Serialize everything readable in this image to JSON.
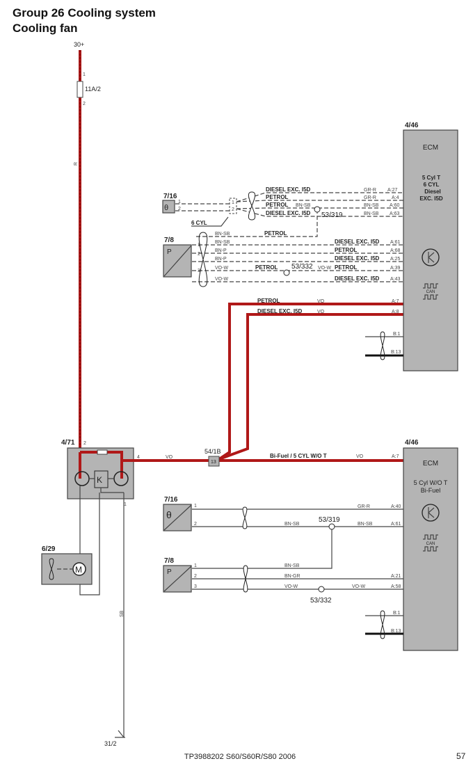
{
  "header": {
    "title": "Group 26 Cooling system",
    "subtitle": "Cooling fan"
  },
  "power": {
    "supply": "30+",
    "fuse": "11A/2",
    "fuse_pin1": "1",
    "fuse_pin2": "2",
    "wire_color": "R"
  },
  "fan_module": {
    "id": "4/71",
    "pin2": "2",
    "pin4": "4",
    "pin1": "1",
    "out_wire": "VO"
  },
  "motor": {
    "id": "6/29",
    "symbol": "M"
  },
  "ground": {
    "id": "31/2",
    "wire_color": "SB"
  },
  "connector": {
    "id": "54/1B",
    "pin": "13"
  },
  "ecm_top": {
    "id": "4/46",
    "name": "ECM",
    "variant": [
      "5 Cyl T",
      "6 CYL",
      "Diesel",
      "EXC. I5D"
    ],
    "can": "CAN"
  },
  "ecm_bottom": {
    "id": "4/46",
    "name": "ECM",
    "variant": [
      "5 Cyl W/O T",
      "Bi-Fuel"
    ],
    "can": "CAN"
  },
  "top_section": {
    "temp_sensor": {
      "id": "7/16",
      "symbol": "θ",
      "pin1": "1",
      "pin2": "2"
    },
    "pressure_sensor": {
      "id": "7/8",
      "symbol": "P",
      "pin1": "1",
      "pin2": "2",
      "pin3": "3"
    },
    "cyl6_connector": {
      "label": "6 CYL",
      "pin1": "1",
      "pin2": "2"
    },
    "splice1": "53/319",
    "splice2": "53/332",
    "temp_wires": [
      {
        "variant": "DIESEL EXC. I5D",
        "color": "GR-R",
        "pin": "A:27"
      },
      {
        "variant": "PETROL",
        "color": "GR-R",
        "pin": "A:4"
      },
      {
        "variant": "PETROL",
        "color_left": "BN-SB",
        "color": "BN-SB",
        "pin": "A:60"
      },
      {
        "variant": "DIESEL EXC. I5D",
        "color": "BN-SB",
        "pin": "A:63"
      }
    ],
    "pressure_wires": [
      {
        "color": "BN-SB",
        "variant": "PETROL"
      },
      {
        "color": "BN-SB",
        "variant": "DIESEL EXC. I5D",
        "pin": "A:61"
      },
      {
        "color": "BN-P",
        "variant": "PETROL",
        "pin": "A:68"
      },
      {
        "color": "BN-P",
        "variant": "DIESEL EXC. I5D",
        "pin": "A:25"
      },
      {
        "color": "VO-W",
        "variant_left": "PETROL",
        "color_right": "VO-W",
        "variant": "PETROL",
        "pin": "A:39"
      },
      {
        "color": "VO-W",
        "variant": "DIESEL EXC. I5D",
        "pin": "A:43"
      }
    ],
    "fan_wires": [
      {
        "variant": "PETROL",
        "color": "VO",
        "pin": "A:7"
      },
      {
        "variant": "DIESEL EXC. I5D",
        "color": "VO",
        "pin": "A:8"
      }
    ],
    "can_pins": [
      "B:1",
      "B:13"
    ]
  },
  "bottom_section": {
    "fan_wire": {
      "variant": "Bi-Fuel / 5 CYL W/O T",
      "color": "VO",
      "pin": "A:7"
    },
    "temp_sensor": {
      "id": "7/16",
      "symbol": "θ",
      "pin1": "1",
      "pin2": "2"
    },
    "pressure_sensor": {
      "id": "7/8",
      "symbol": "P",
      "pin1": "1",
      "pin2": "2",
      "pin3": "3"
    },
    "temp_wires": [
      {
        "color": "GR-R",
        "pin": "A:40"
      },
      {
        "color_left": "BN-SB",
        "color": "BN-SB",
        "pin": "A:61"
      }
    ],
    "pressure_wires": [
      {
        "color": "BN-SB"
      },
      {
        "color": "BN-GR",
        "pin": "A:21"
      },
      {
        "color": "VO-W",
        "color_right": "VO-W",
        "pin": "A:58"
      }
    ],
    "splice1": "53/319",
    "splice2": "53/332",
    "can_pins": [
      "B:1",
      "B:13"
    ]
  },
  "footer": {
    "doc": "TP3988202 S60/S60R/S80 2006",
    "page": "57"
  }
}
